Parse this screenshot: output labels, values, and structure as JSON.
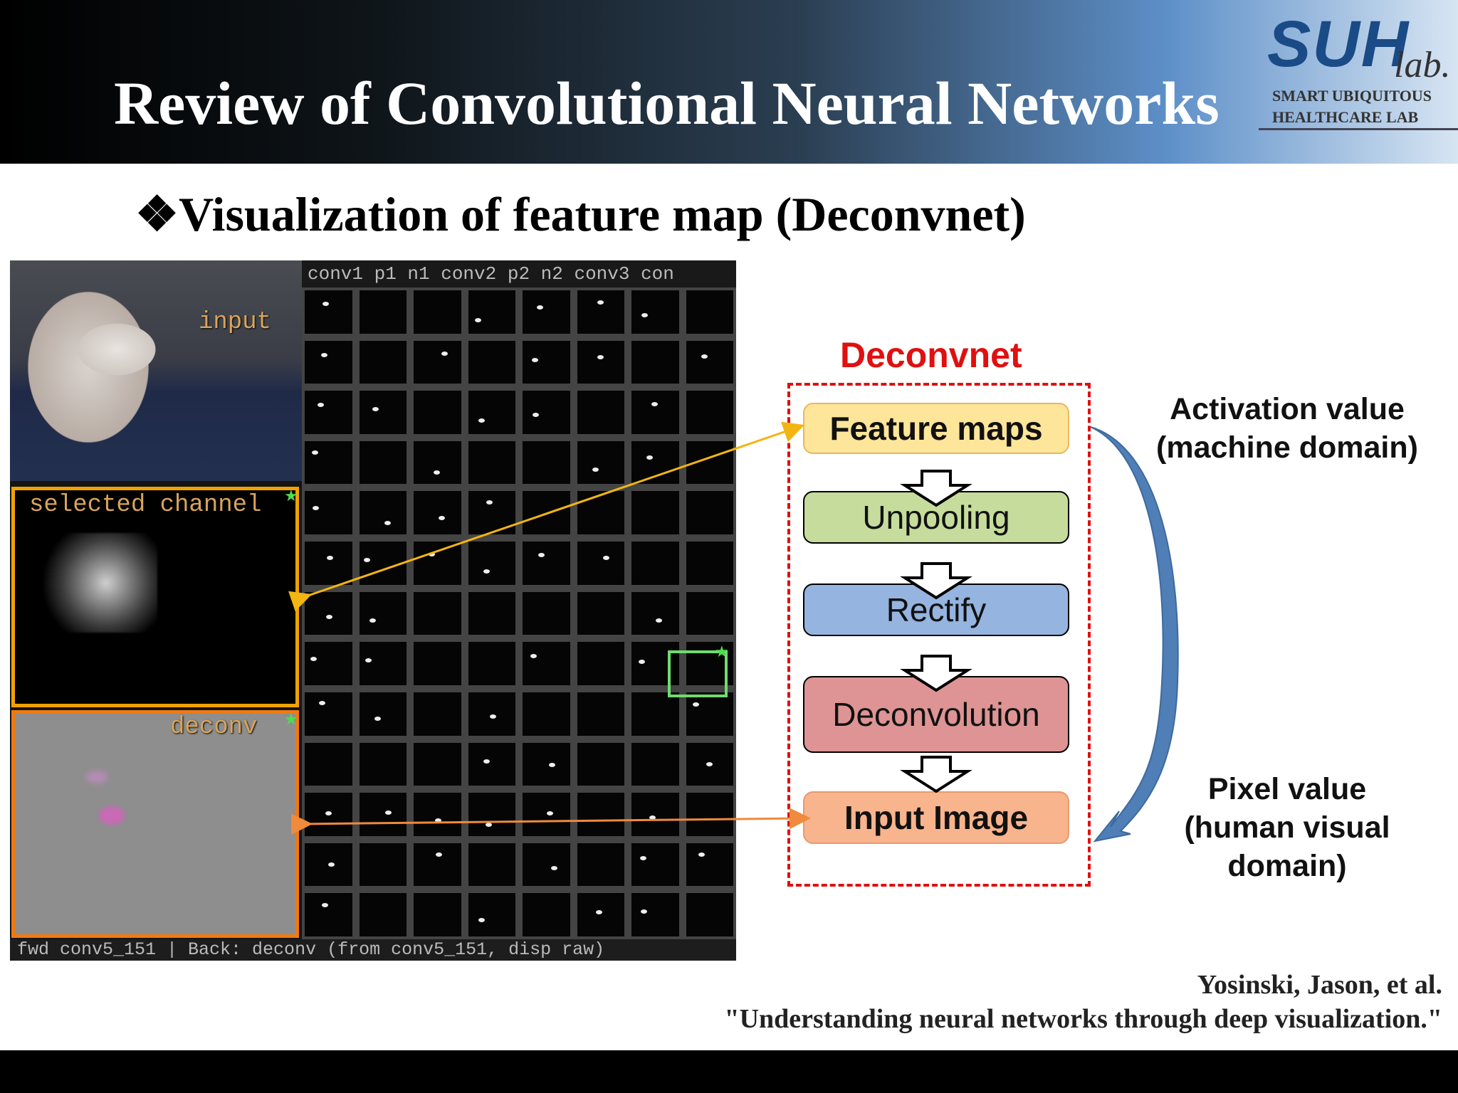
{
  "header": {
    "title": "Review of Convolutional Neural Networks",
    "logo": {
      "mark": "SUH",
      "lab": "lab.",
      "line1": "SMART UBIQUITOUS",
      "line2": "HEALTHCARE LAB"
    }
  },
  "subtitle": "❖Visualization of feature map (Deconvnet)",
  "visualization": {
    "layer_bar": "conv1  p1  n1  conv2  p2  n2  conv3  con",
    "input_label": "input",
    "selected_channel_label": "selected channel",
    "deconv_label": "deconv",
    "status_bar": "fwd conv5_151 | Back: deconv (from conv5_151, disp raw)"
  },
  "diagram": {
    "title": "Deconvnet",
    "stages": [
      {
        "label": "Feature maps",
        "color": "#fde59a"
      },
      {
        "label": "Unpooling",
        "color": "#c6dc9c"
      },
      {
        "label": "Rectify",
        "color": "#95b4df"
      },
      {
        "label": "Deconvolution",
        "color": "#de9494"
      },
      {
        "label": "Input Image",
        "color": "#f8b48c"
      }
    ],
    "activation_text_1": "Activation value",
    "activation_text_2": "(machine domain)",
    "pixel_text_1": "Pixel value",
    "pixel_text_2": "(human visual",
    "pixel_text_3": "domain)",
    "arrow_colors": {
      "feature_link": "#f2b511",
      "input_link": "#f08a3c",
      "curve": "#4f7fb6"
    }
  },
  "citation": {
    "line1": "Yosinski, Jason, et al.",
    "line2": "\"Understanding neural networks through deep visualization.\""
  }
}
